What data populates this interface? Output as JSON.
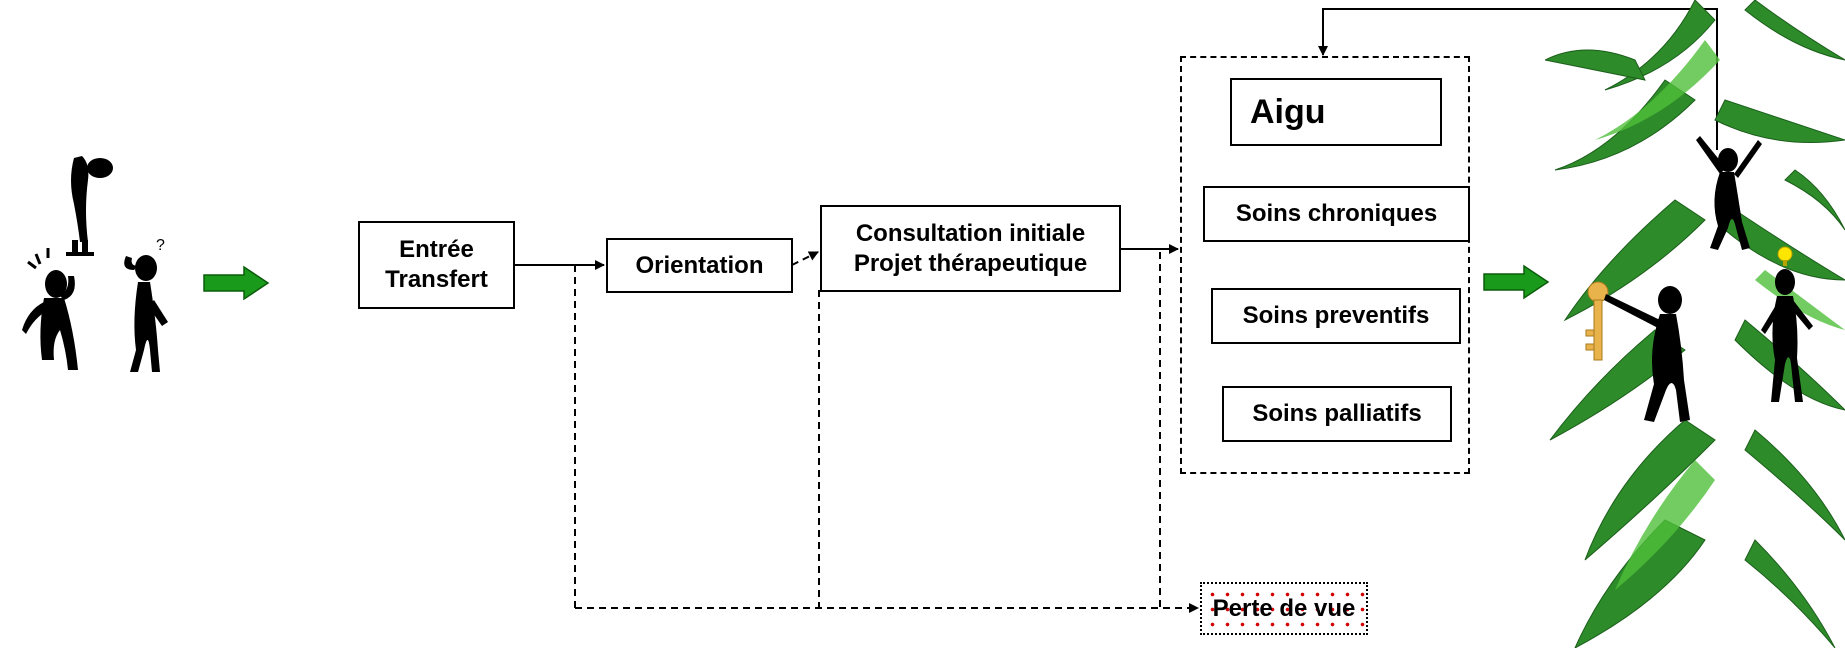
{
  "nodes": {
    "entree": {
      "line1": "Entrée",
      "line2": "Transfert"
    },
    "orientation": {
      "label": "Orientation"
    },
    "consultation": {
      "line1": "Consultation initiale",
      "line2": "Projet thérapeutique"
    },
    "aigu": {
      "label": "Aigu"
    },
    "chroniques": {
      "label": "Soins chroniques"
    },
    "preventifs": {
      "label": "Soins preventifs"
    },
    "palliatifs": {
      "label": "Soins palliatifs"
    },
    "perte": {
      "label": "Perte de vue"
    }
  },
  "colors": {
    "arrow_green": "#1a9a1a",
    "leaf_green": "#2e8b2a",
    "key_gold": "#e8b34a",
    "bulb_yellow": "#ffe600",
    "dot_red": "#d40000"
  },
  "icons": [
    "worried-person-icon",
    "confused-person-icon",
    "green-arrow-icon",
    "bamboo-foliage-icon",
    "person-with-key-icon",
    "climbing-person-icon",
    "person-idea-icon"
  ]
}
